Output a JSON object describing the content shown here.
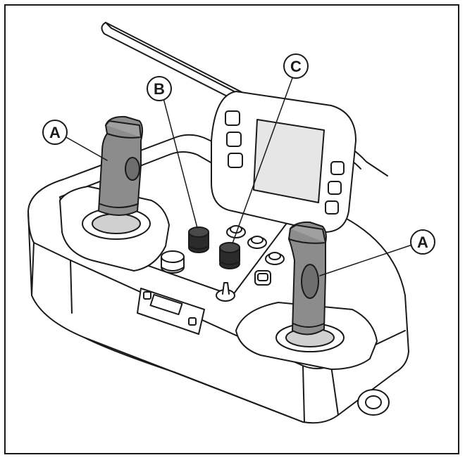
{
  "callouts": [
    {
      "id": "A-left",
      "label": "A"
    },
    {
      "id": "B",
      "label": "B"
    },
    {
      "id": "C",
      "label": "C"
    },
    {
      "id": "A-right",
      "label": "A"
    }
  ],
  "colors": {
    "line": "#1a1a1a",
    "shell": "#ffffff",
    "joystick": "#8c8c8c",
    "joystick_dark": "#5e5e5e",
    "knob": "#2b2b2b",
    "screen": "#d9d9d9"
  }
}
